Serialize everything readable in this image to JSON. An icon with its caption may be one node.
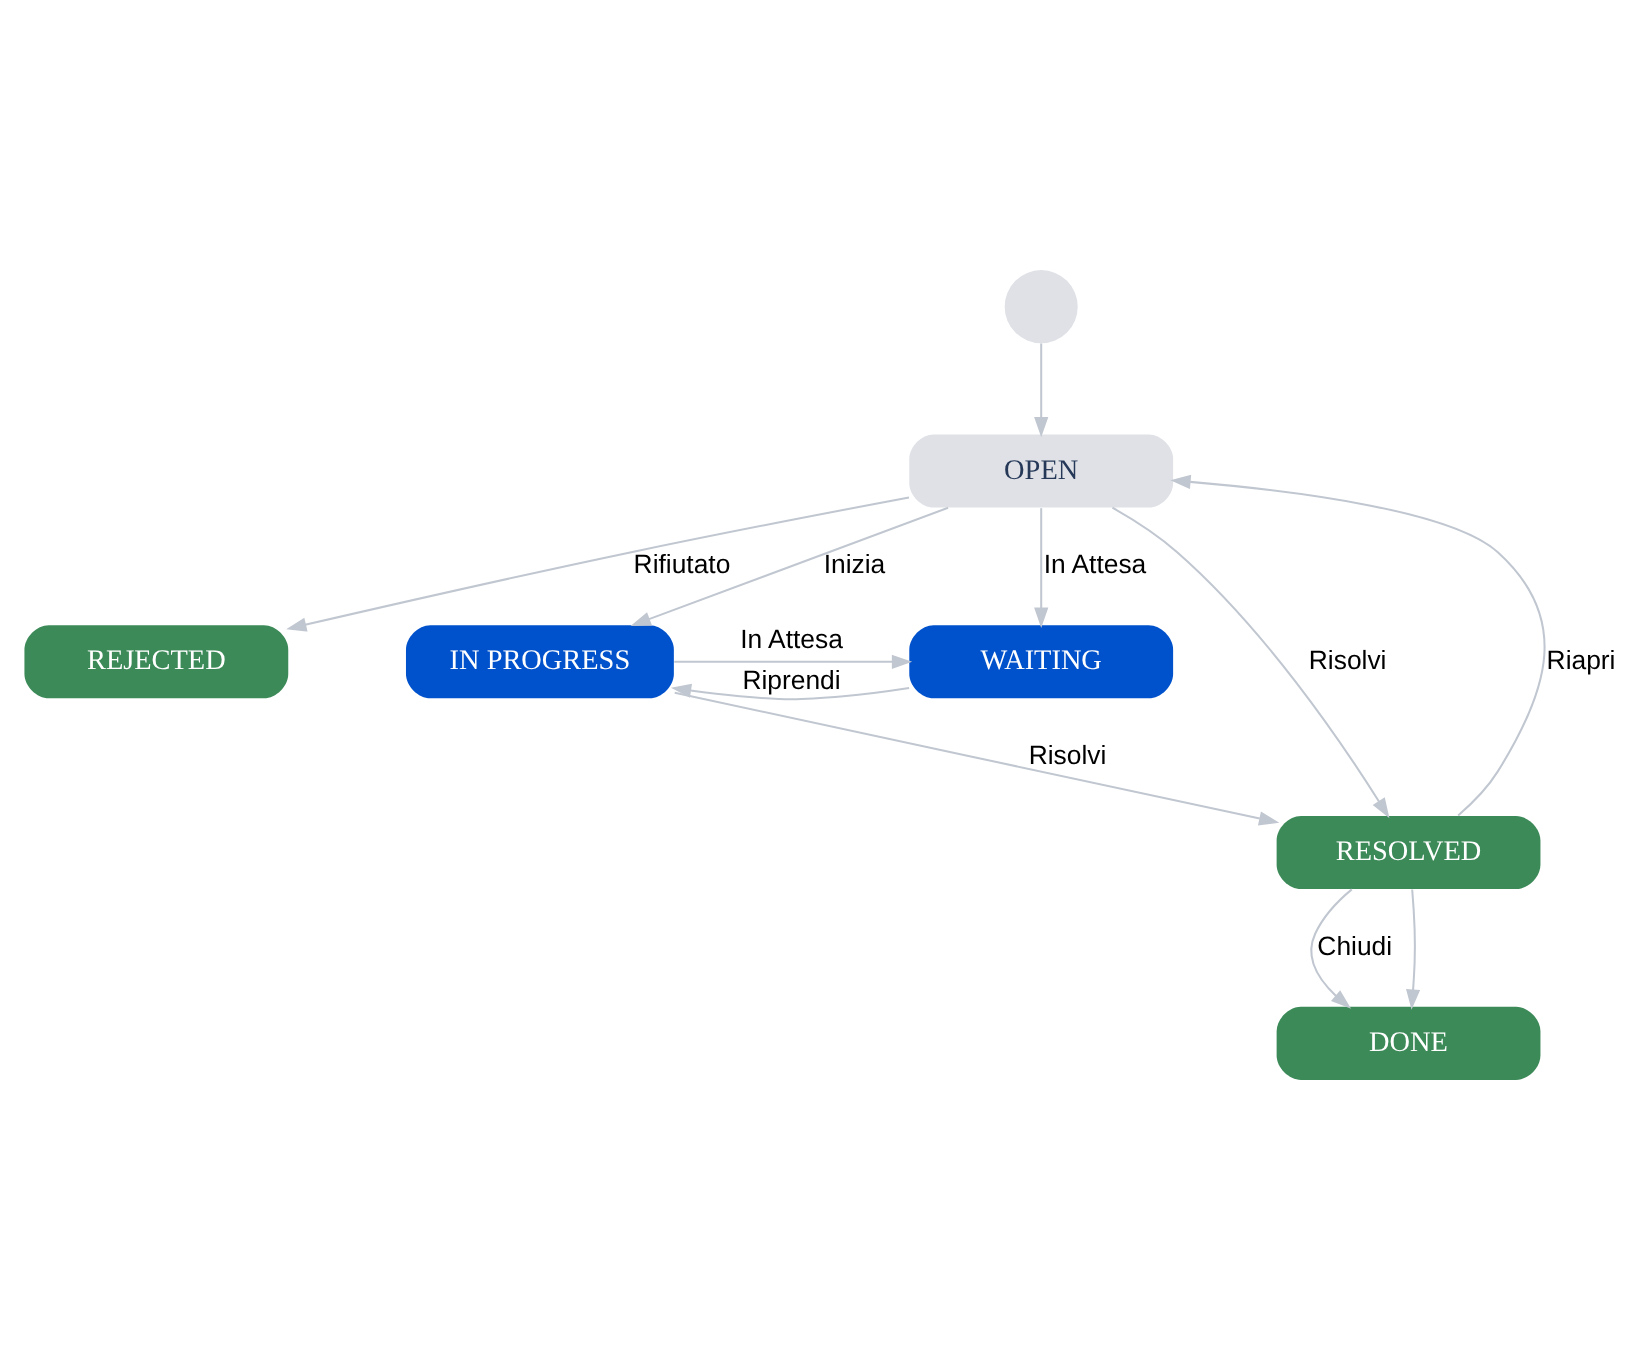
{
  "diagram": {
    "nodes": [
      {
        "text": [],
        "shape": "circle"
      },
      {
        "text": [
          "OPEN"
        ]
      },
      {
        "text": [
          "REJECTED"
        ]
      },
      {
        "text": [
          "IN PROGRESS"
        ]
      },
      {
        "text": [
          "WAITING"
        ]
      },
      {
        "text": [
          "RESOLVED"
        ]
      },
      {
        "text": [
          "DONE"
        ]
      }
    ],
    "edges": [
      {
        "from": 0,
        "to": 1,
        "arrow": "to"
      },
      {
        "from": 1,
        "to": 2,
        "arrow": "to",
        "label": "Rifiutato"
      },
      {
        "from": 1,
        "to": 4,
        "arrow": "to",
        "label": "In Attesa"
      },
      {
        "from": 1,
        "to": 3,
        "arrow": "to",
        "label": "Inizia"
      },
      {
        "from": 3,
        "to": 4,
        "arrow": "to",
        "label": "In Attesa"
      },
      {
        "from": 4,
        "to": 3,
        "arrow": "to",
        "label": "Riprendi"
      },
      {
        "from": 5,
        "to": 1,
        "arrow": "to",
        "label": "Riapri"
      },
      {
        "from": 1,
        "to": 5,
        "arrow": "to",
        "label": "Risolvi"
      },
      {
        "from": 3,
        "to": 5,
        "arrow": "to",
        "label": "Risolvi"
      },
      {
        "from": 5,
        "to": 6,
        "arrow": "to",
        "label": "Chiudi"
      },
      {
        "from": 5,
        "to": 6,
        "arrow": "to"
      }
    ]
  }
}
